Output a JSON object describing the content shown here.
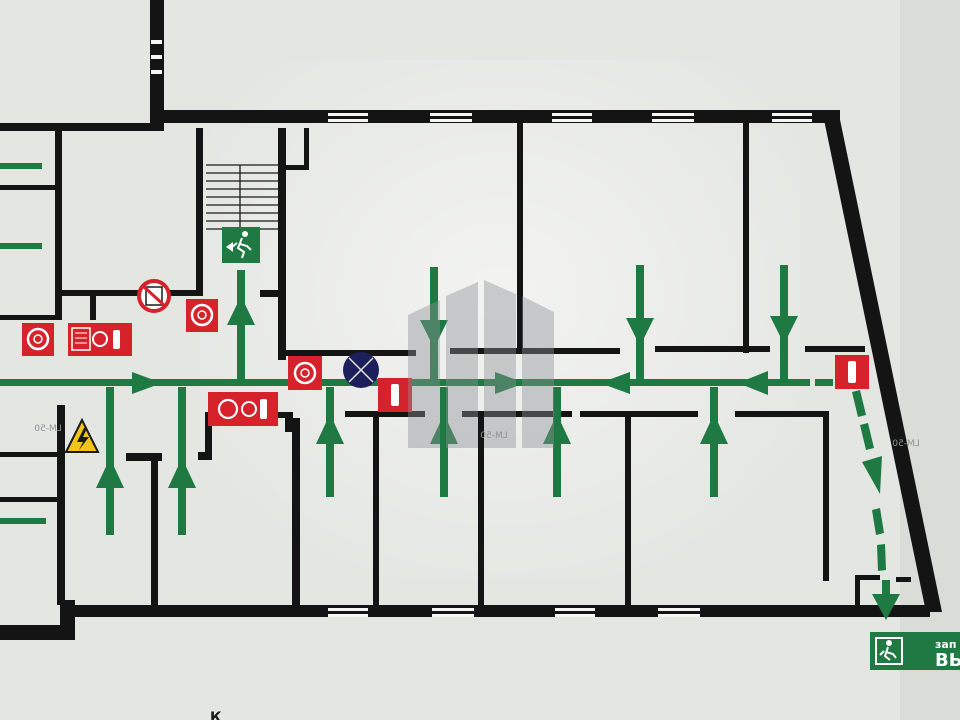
{
  "sheet": {
    "background": "#e4e6e2",
    "wall_color": "#141414",
    "route_color": "#1e7a42",
    "fire_color": "#d6222b"
  },
  "labels": {
    "mirrored_left": "LM-50",
    "mirrored_center": "LM-50",
    "mirrored_right": "LM-50"
  },
  "exit_sign": {
    "line1": "зап",
    "line2": "ВЫ"
  },
  "bottom_caption": "К",
  "icons": [
    "running-man-exit-icon",
    "fire-hose-icon",
    "fire-extinguisher-icon",
    "high-voltage-warning-icon",
    "no-elevator-icon",
    "evacuation-arrow-icon",
    "you-are-here-icon"
  ]
}
